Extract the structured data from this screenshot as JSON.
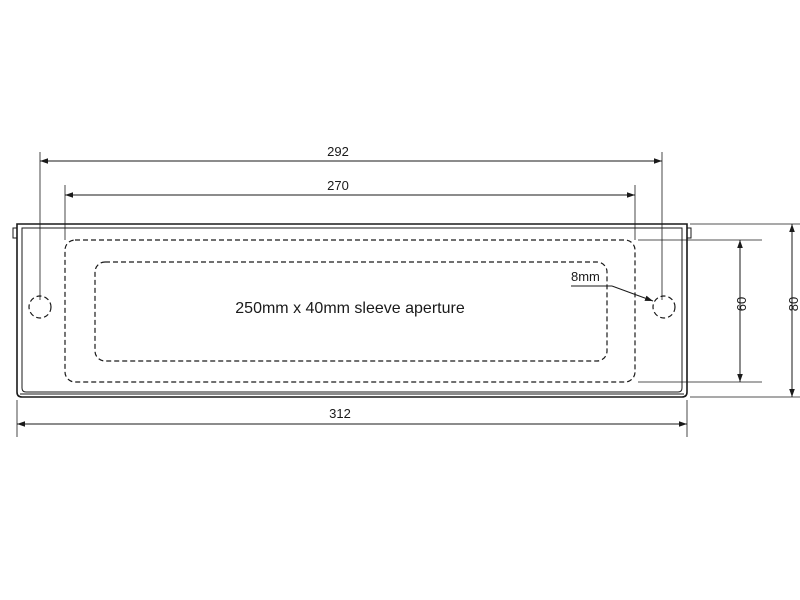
{
  "dimensions": {
    "overall_width_label": "292",
    "fixing_centres_label": "270",
    "plate_width_label": "312",
    "sleeve_height_label": "60",
    "plate_height_label": "80"
  },
  "labels": {
    "hole_size": "8mm",
    "aperture": "250mm x 40mm sleeve aperture"
  }
}
